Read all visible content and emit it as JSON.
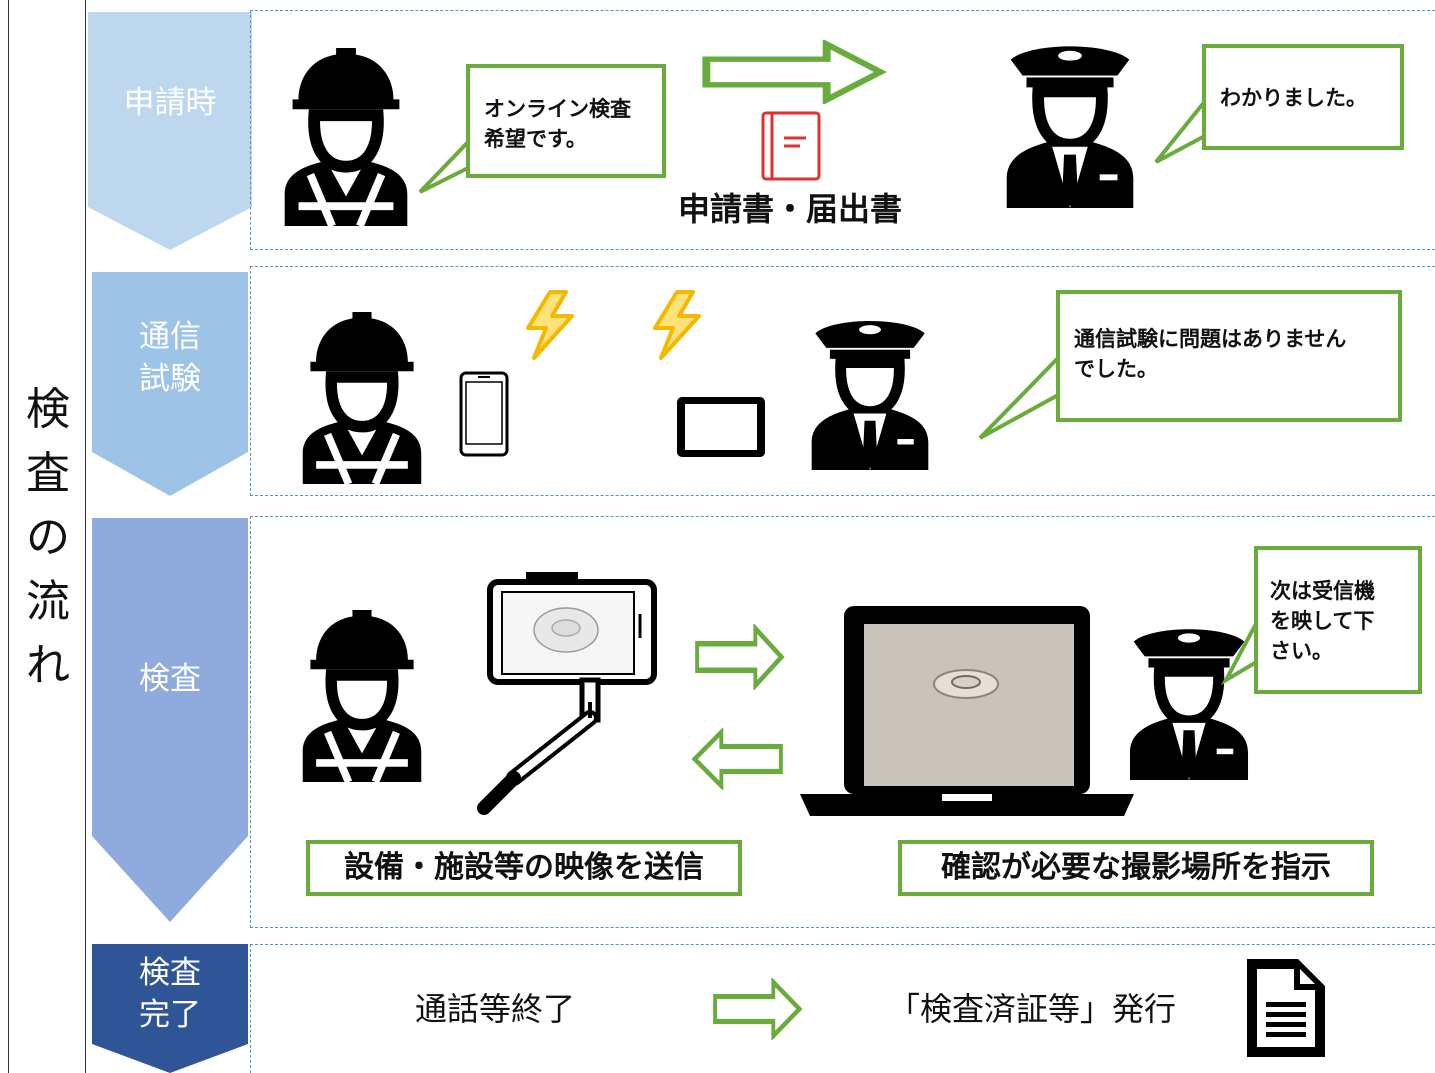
{
  "title_chars": [
    "検",
    "査",
    "の",
    "流",
    "れ"
  ],
  "stages": [
    {
      "lines": [
        "申請時"
      ],
      "color": "#bdd7ee"
    },
    {
      "lines": [
        "通信",
        "試験"
      ],
      "color": "#9dc3e6"
    },
    {
      "lines": [
        "検査"
      ],
      "color": "#8faadc"
    },
    {
      "lines": [
        "検査",
        "完了"
      ],
      "color": "#2f5597"
    }
  ],
  "panel1": {
    "bubble_contractor": [
      "オンライン検査",
      "希望です。"
    ],
    "document_caption": "申請書・届出書",
    "bubble_inspector": "わかりました。"
  },
  "panel2": {
    "bubble_inspector": [
      "通信試験に問題はありません",
      "でした。"
    ]
  },
  "panel3": {
    "bubble_inspector": [
      "次は受信機",
      "を映して下",
      "さい。"
    ],
    "caption_left": "設備・施設等の映像を送信",
    "caption_right": "確認が必要な撮影場所を指示"
  },
  "panel4": {
    "left_text": "通話等終了",
    "right_text": "「検査済証等」発行"
  },
  "colors": {
    "accent_green": "#6aab3e",
    "dashed_border": "#5b8fc7",
    "bolt": "#f5b800",
    "doc_red": "#e03030"
  },
  "icons": [
    "worker-helmet-icon",
    "inspector-cap-icon",
    "document-book-icon",
    "smartphone-icon",
    "tablet-icon",
    "lightning-icon",
    "selfie-stick-phone-icon",
    "laptop-icon",
    "document-icon",
    "right-arrow-icon",
    "left-arrow-icon"
  ]
}
